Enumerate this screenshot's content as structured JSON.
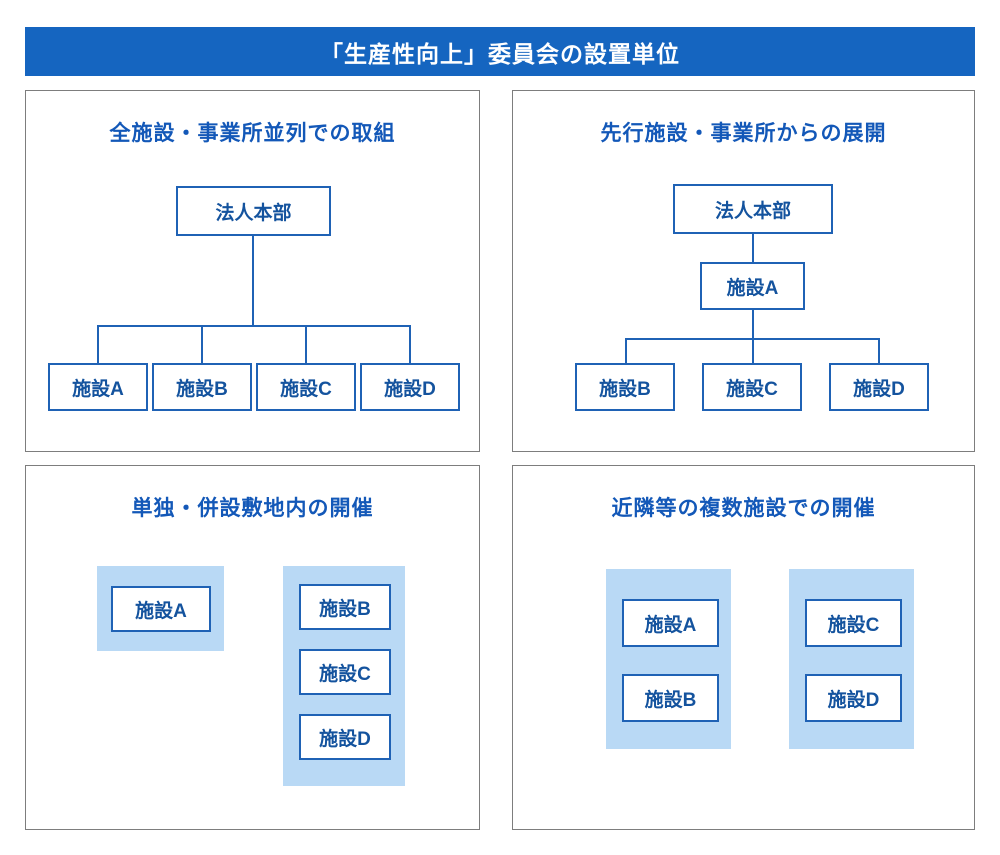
{
  "header": {
    "title": "「生産性向上」委員会の設置単位",
    "background_color": "#1565C0",
    "text_color": "#FFFFFF"
  },
  "theme": {
    "accent_blue": "#1565C0",
    "node_border": "#1F62B5",
    "node_text": "#14539E",
    "panel_title_color": "#1358B8",
    "group_fill": "#B9D9F5",
    "panel_border": "#7D7D7D"
  },
  "panels": [
    {
      "id": "panel-1",
      "title": "全施設・事業所並列での取組",
      "layout": "org-tree",
      "root": "法人本部",
      "children": [
        "施設A",
        "施設B",
        "施設C",
        "施設D"
      ]
    },
    {
      "id": "panel-2",
      "title": "先行施設・事業所からの展開",
      "layout": "org-tree-cascaded",
      "root": "法人本部",
      "lead": "施設A",
      "children": [
        "施設B",
        "施設C",
        "施設D"
      ]
    },
    {
      "id": "panel-3",
      "title": "単独・併設敷地内の開催",
      "layout": "grouped-sites",
      "groups": [
        {
          "members": [
            "施設A"
          ]
        },
        {
          "members": [
            "施設B",
            "施設C",
            "施設D"
          ]
        }
      ]
    },
    {
      "id": "panel-4",
      "title": "近隣等の複数施設での開催",
      "layout": "grouped-sites",
      "groups": [
        {
          "members": [
            "施設A",
            "施設B"
          ]
        },
        {
          "members": [
            "施設C",
            "施設D"
          ]
        }
      ]
    }
  ]
}
